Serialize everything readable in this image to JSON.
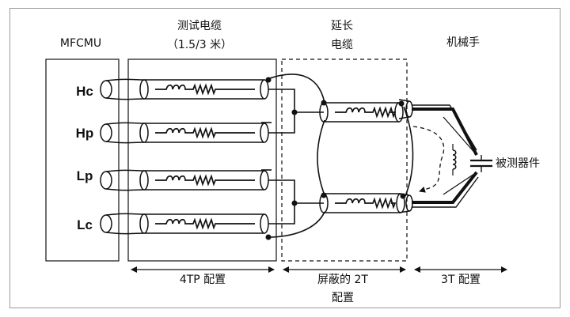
{
  "labels": {
    "mfcmu": "MFCMU",
    "test_cable_line1": "测试电缆",
    "test_cable_line2": "（1.5/3 米）",
    "ext_cable_line1": "延长",
    "ext_cable_line2": "电缆",
    "manipulator": "机械手",
    "dut": "被测器件",
    "config_4tp": "4TP 配置",
    "config_shielded_line1": "屏蔽的 2T",
    "config_shielded_line2": "配置",
    "config_3t": "3T 配置"
  },
  "terminals": [
    "Hc",
    "Hp",
    "Lp",
    "Lc"
  ]
}
